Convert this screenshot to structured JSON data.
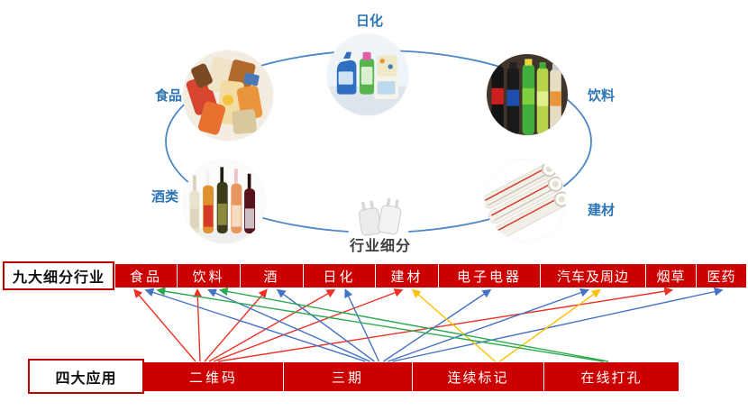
{
  "colors": {
    "bar_red": "#CC0000",
    "header_border_red": "#C00000",
    "cycle_label_blue": "#2E75B6",
    "ellipse_stroke_blue": "#4C86C6",
    "center_label_gray": "#3F3F3F",
    "arrow_red": "#EE3124",
    "arrow_blue": "#4472C4",
    "arrow_orange": "#FFC000",
    "arrow_green": "#2CA94F"
  },
  "cycle": {
    "center_label": "行业细分",
    "nodes": [
      {
        "id": "food",
        "label": "食品"
      },
      {
        "id": "daily-chemical",
        "label": "日化"
      },
      {
        "id": "beverage",
        "label": "饮料"
      },
      {
        "id": "alcohol",
        "label": "酒类"
      },
      {
        "id": "building-material",
        "label": "建材"
      }
    ]
  },
  "industries": {
    "header": "九大细分行业",
    "items": [
      {
        "label": "食品"
      },
      {
        "label": "饮料"
      },
      {
        "label": "酒"
      },
      {
        "label": "日化"
      },
      {
        "label": "建材"
      },
      {
        "label": "电子电器"
      },
      {
        "label": "汽车及周边"
      },
      {
        "label": "烟草"
      },
      {
        "label": "医药"
      }
    ]
  },
  "applications": {
    "header": "四大应用",
    "items": [
      {
        "label": "二维码",
        "arrow_color": "#EE3124"
      },
      {
        "label": "三期",
        "arrow_color": "#4472C4"
      },
      {
        "label": "连续标记",
        "arrow_color": "#FFC000"
      },
      {
        "label": "在线打孔",
        "arrow_color": "#2CA94F"
      }
    ]
  },
  "connections": [
    {
      "from": "二维码",
      "to": "食品"
    },
    {
      "from": "二维码",
      "to": "饮料"
    },
    {
      "from": "二维码",
      "to": "酒"
    },
    {
      "from": "二维码",
      "to": "日化"
    },
    {
      "from": "二维码",
      "to": "建材"
    },
    {
      "from": "二维码",
      "to": "烟草"
    },
    {
      "from": "三期",
      "to": "食品"
    },
    {
      "from": "三期",
      "to": "饮料"
    },
    {
      "from": "三期",
      "to": "酒"
    },
    {
      "from": "三期",
      "to": "日化"
    },
    {
      "from": "三期",
      "to": "电子电器"
    },
    {
      "from": "三期",
      "to": "汽车及周边"
    },
    {
      "from": "三期",
      "to": "医药"
    },
    {
      "from": "连续标记",
      "to": "建材"
    },
    {
      "from": "连续标记",
      "to": "汽车及周边"
    },
    {
      "from": "在线打孔",
      "to": "食品"
    },
    {
      "from": "在线打孔",
      "to": "饮料"
    }
  ]
}
